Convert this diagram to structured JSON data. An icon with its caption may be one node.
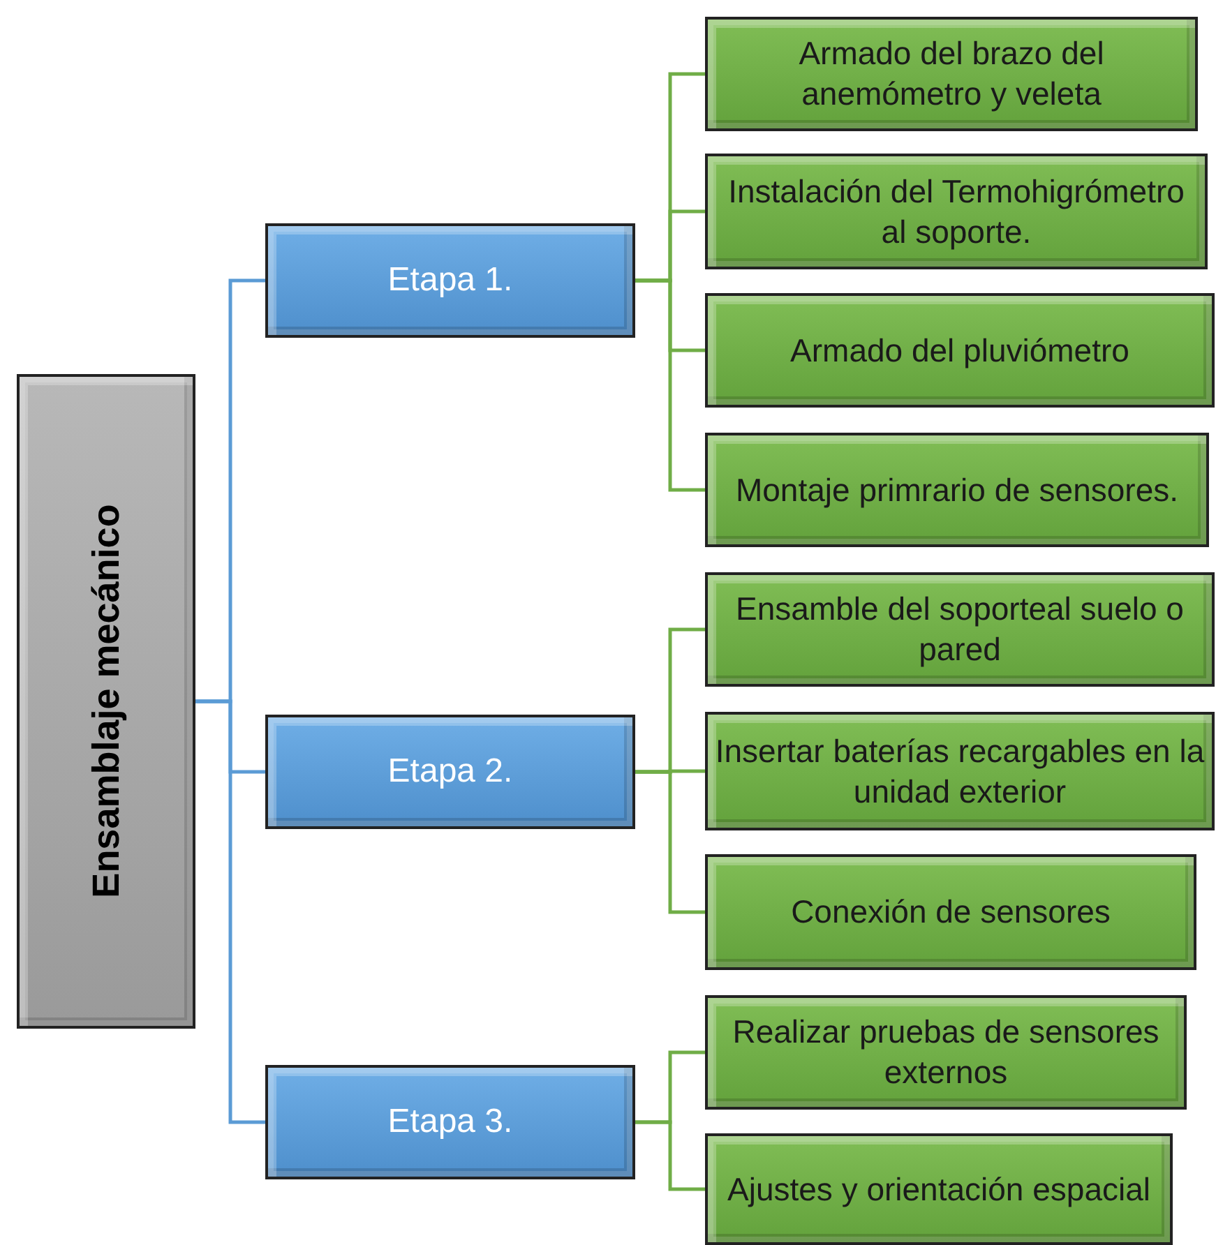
{
  "diagram": {
    "nodes": [
      {
        "text": [
          "Ensamblaje mecánico"
        ]
      },
      {
        "text": [
          "Etapa 1."
        ]
      },
      {
        "text": [
          "Etapa 2."
        ]
      },
      {
        "text": [
          "Etapa 3."
        ]
      },
      {
        "text": [
          "Armado del brazo del anemómetro y veleta"
        ]
      },
      {
        "text": [
          "Instalación del Termohigrómetro al soporte."
        ]
      },
      {
        "text": [
          "Armado del pluviómetro"
        ]
      },
      {
        "text": [
          "Montaje primrario de sensores."
        ]
      },
      {
        "text": [
          "Ensamble del soporteal suelo o pared"
        ]
      },
      {
        "text": [
          "Insertar baterías recargables en la unidad exterior"
        ]
      },
      {
        "text": [
          "Conexión de sensores"
        ]
      },
      {
        "text": [
          "Realizar pruebas de sensores externos"
        ]
      },
      {
        "text": [
          "Ajustes y orientación espacial"
        ]
      }
    ],
    "edges": [
      {
        "from": 0,
        "to": 1,
        "arrow": "none",
        "color": "#5b9bd5"
      },
      {
        "from": 0,
        "to": 2,
        "arrow": "none",
        "color": "#5b9bd5"
      },
      {
        "from": 0,
        "to": 3,
        "arrow": "none",
        "color": "#5b9bd5"
      },
      {
        "from": 1,
        "to": 4,
        "arrow": "none"
      },
      {
        "from": 1,
        "to": 5,
        "arrow": "none"
      },
      {
        "from": 1,
        "to": 6,
        "arrow": "none"
      },
      {
        "from": 1,
        "to": 7,
        "arrow": "none"
      },
      {
        "from": 2,
        "to": 8,
        "arrow": "none"
      },
      {
        "from": 2,
        "to": 9,
        "arrow": "none"
      },
      {
        "from": 2,
        "to": 10,
        "arrow": "none"
      },
      {
        "from": 3,
        "to": 11,
        "arrow": "none"
      },
      {
        "from": 3,
        "to": 12,
        "arrow": "none"
      }
    ]
  }
}
